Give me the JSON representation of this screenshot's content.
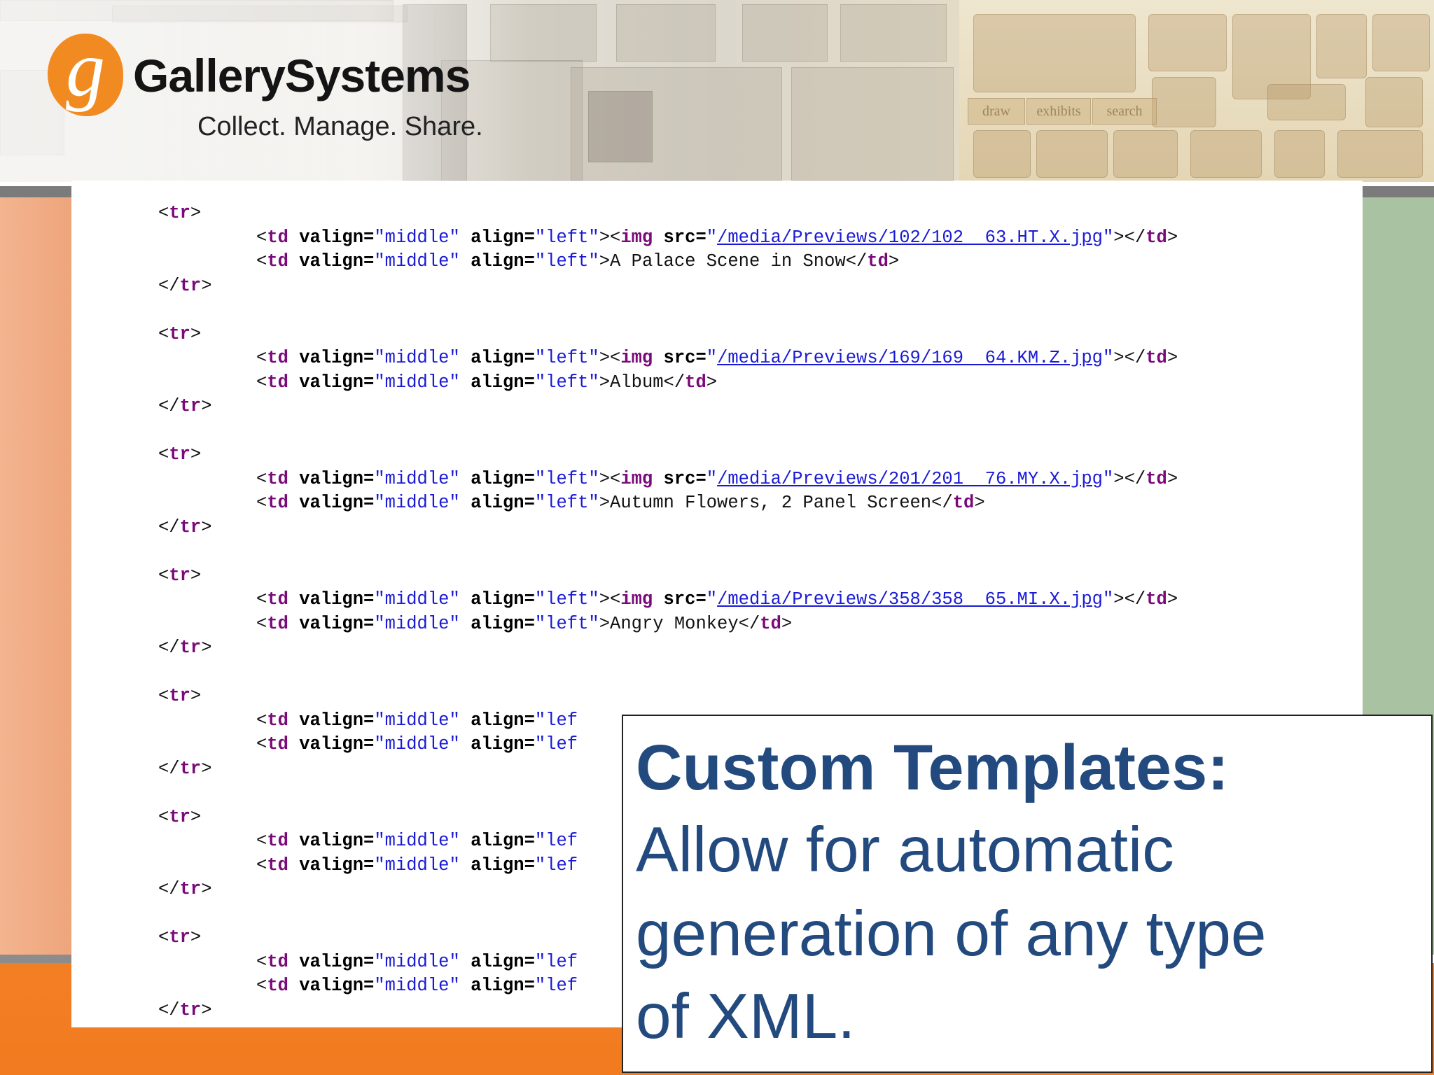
{
  "header": {
    "brand_logo_letter": "g",
    "brand_name": "GallerySystems",
    "tagline": "Collect. Manage. Share.",
    "background_tabs": [
      "draw",
      "exhibits",
      "search"
    ]
  },
  "code_rows": [
    {
      "open": "<tr>",
      "img_src": "/media/Previews/102/102  63.HT.X.jpg",
      "title": "A Palace Scene in Snow",
      "close": "</tr>"
    },
    {
      "open": "<tr>",
      "img_src": "/media/Previews/169/169  64.KM.Z.jpg",
      "title": "Album",
      "close": "</tr>"
    },
    {
      "open": "<tr>",
      "img_src": "/media/Previews/201/201  76.MY.X.jpg",
      "title": "Autumn Flowers, 2 Panel Screen",
      "close": "</tr>"
    },
    {
      "open": "<tr>",
      "img_src": "/media/Previews/358/358  65.MI.X.jpg",
      "title": "Angry Monkey",
      "close": "</tr>"
    }
  ],
  "truncated_rows": [
    {
      "open": "<tr>",
      "line1": "<td valign=\"middle\" align=\"lef",
      "line2": "<td valign=\"middle\" align=\"lef",
      "close": "</tr>"
    },
    {
      "open": "<tr>",
      "line1": "<td valign=\"middle\" align=\"lef",
      "line2": "<td valign=\"middle\" align=\"lef",
      "close": "</tr>"
    },
    {
      "open": "<tr>",
      "line1": "<td valign=\"middle\" align=\"lef",
      "line2": "<td valign=\"middle\" align=\"lef",
      "close": "</tr>"
    }
  ],
  "syntax": {
    "td_open": "<td",
    "valign_attr": " valign=",
    "valign_val": "\"middle\"",
    "align_attr": " align=",
    "align_val": "\"left\"",
    "gt": ">",
    "img_open": "<img",
    "src_attr": " src=",
    "quote": "\"",
    "quote_gt": "\">",
    "td_close": "</td>",
    "trunc_val": "\"lef"
  },
  "callout": {
    "title": "Custom Templates:",
    "lines": [
      "Allow for automatic",
      "generation of any type",
      "of XML."
    ]
  },
  "colors": {
    "callout_text": "#234a7e",
    "tag": "#7a0a7a",
    "value": "#1a1ad6",
    "orange": "#f37f24",
    "left_panel": "#f3b48f",
    "right_panel": "#a8c2a2"
  }
}
